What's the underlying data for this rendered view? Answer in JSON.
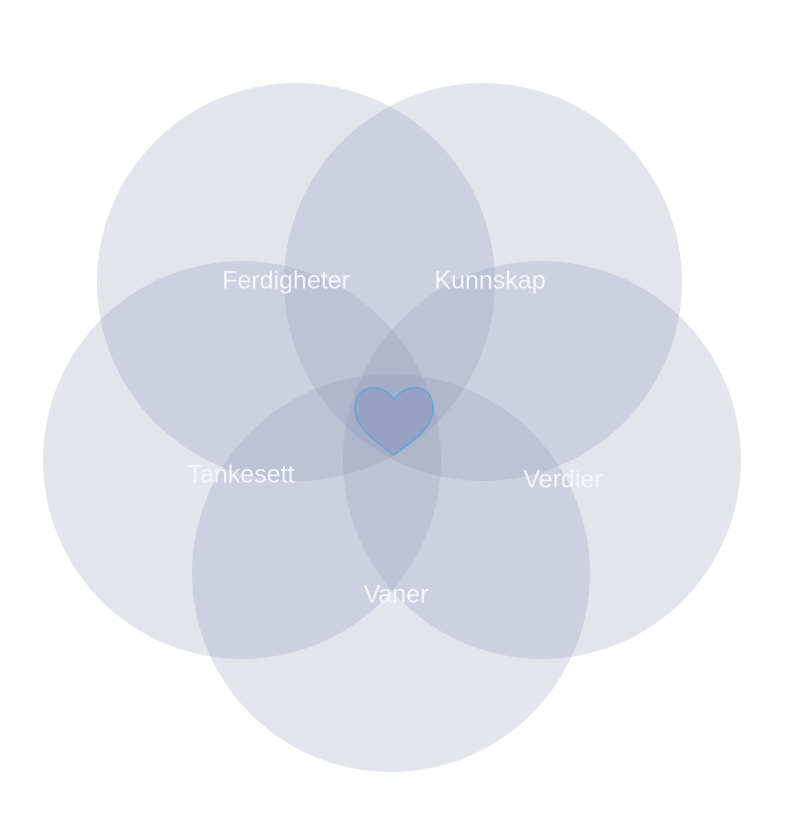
{
  "diagram": {
    "type": "venn",
    "sets": [
      {
        "label": "Ferdigheter"
      },
      {
        "label": "Kunnskap"
      },
      {
        "label": "Tankesett"
      },
      {
        "label": "Verdier"
      },
      {
        "label": "Vaner"
      }
    ],
    "center_icon": "heart-icon",
    "colors": {
      "circle": "#8c91b4",
      "heart_stroke": "#5aa6dc",
      "label": "#f4f5f9"
    }
  }
}
